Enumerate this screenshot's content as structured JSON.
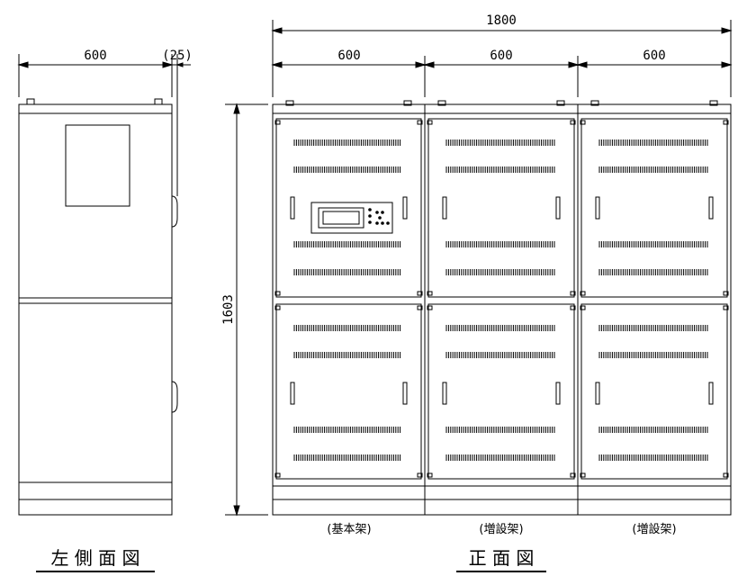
{
  "dimensions": {
    "total_width": "1800",
    "side_depth": "600",
    "side_protrusion": "(25)",
    "unit_widths": [
      "600",
      "600",
      "600"
    ],
    "height": "1603"
  },
  "captions": {
    "units": [
      "(基本架)",
      "(増設架)",
      "(増設架)"
    ]
  },
  "titles": {
    "left_side_view": "左 側 面 図",
    "front_view": "正 面 図"
  }
}
